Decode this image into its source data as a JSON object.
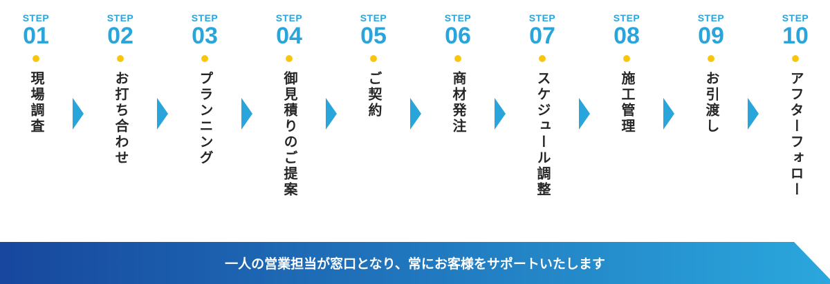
{
  "labels": {
    "step_word": "STEP"
  },
  "steps": [
    {
      "number": "01",
      "label": "現場調査"
    },
    {
      "number": "02",
      "label": "お打ち合わせ"
    },
    {
      "number": "03",
      "label": "プランニング"
    },
    {
      "number": "04",
      "label": "御見積りのご提案"
    },
    {
      "number": "05",
      "label": "ご契約"
    },
    {
      "number": "06",
      "label": "商材発注"
    },
    {
      "number": "07",
      "label": "スケジュール調整"
    },
    {
      "number": "08",
      "label": "施工管理"
    },
    {
      "number": "09",
      "label": "お引渡し"
    },
    {
      "number": "10",
      "label": "アフターフォロー"
    }
  ],
  "banner": {
    "text": "一人の営業担当が窓口となり、常にお客様をサポートいたします"
  },
  "colors": {
    "accent_blue": "#29a5dc",
    "dot_yellow": "#f8c611",
    "label_text": "#262626",
    "banner_gradient_left": "#17479e",
    "banner_gradient_right": "#2aa7dd",
    "banner_text": "#ffffff"
  }
}
